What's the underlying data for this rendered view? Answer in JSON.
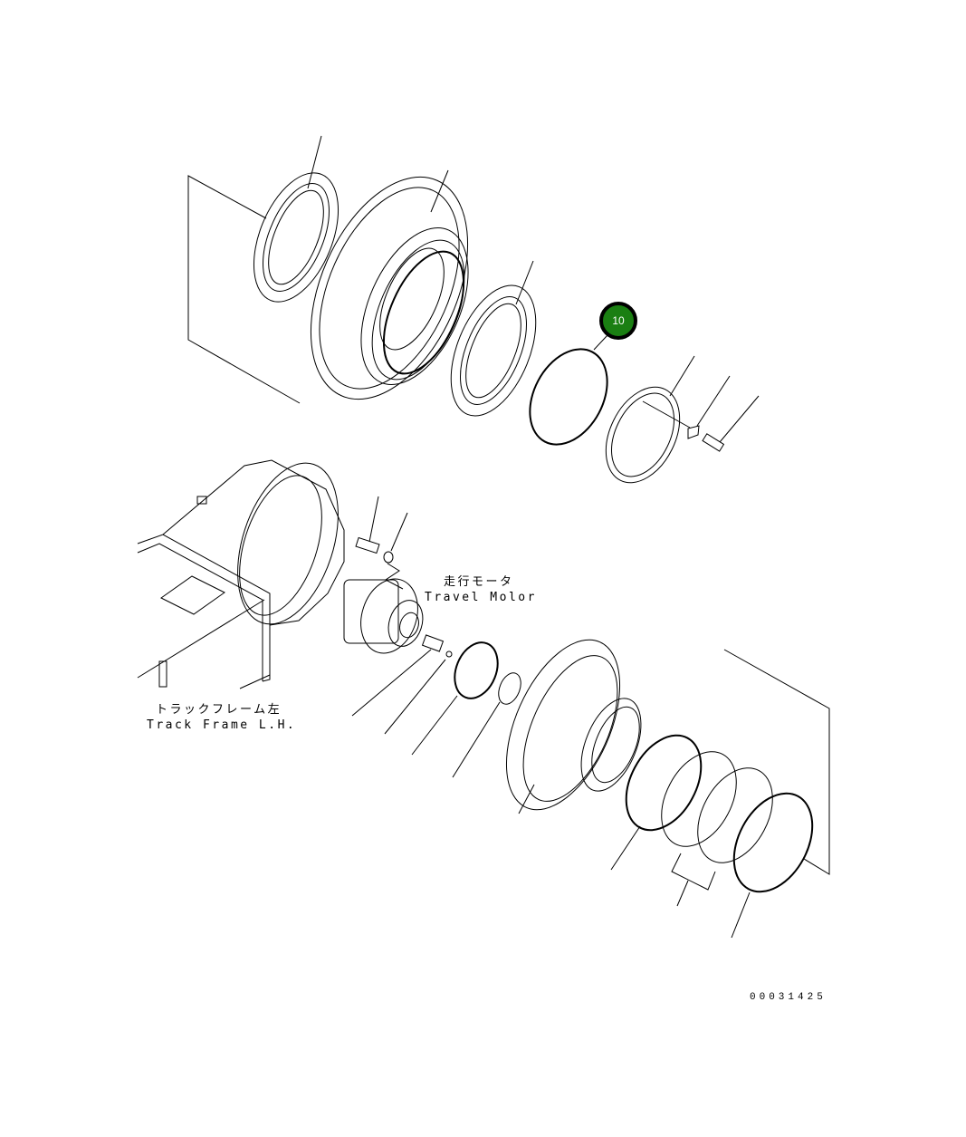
{
  "diagram": {
    "type": "exploded parts diagram",
    "subject": "Final drive / travel motor assembly",
    "highlight_color": "#1a7f12",
    "callouts": [
      {
        "id": "10",
        "label": "10"
      }
    ],
    "labels": {
      "travel_motor_jp": "走行モータ",
      "travel_motor_en": "Travel Molor",
      "track_frame_jp": "トラックフレーム左",
      "track_frame_en": "Track Frame L.H."
    },
    "drawing_number": "00031425",
    "parts": [
      "floating seal ring (upper left)",
      "sprocket hub",
      "floating seal ring (upper right)",
      "O-ring (item 10)",
      "cover ring",
      "plate",
      "bolt (upper)",
      "track frame L.H.",
      "bolt (motor)",
      "washer (motor)",
      "travel motor",
      "coupling",
      "plug",
      "O-ring (large)",
      "O-ring (small)",
      "final drive housing",
      "O-ring (lower)",
      "seal pair",
      "O-ring (lower right)"
    ]
  }
}
